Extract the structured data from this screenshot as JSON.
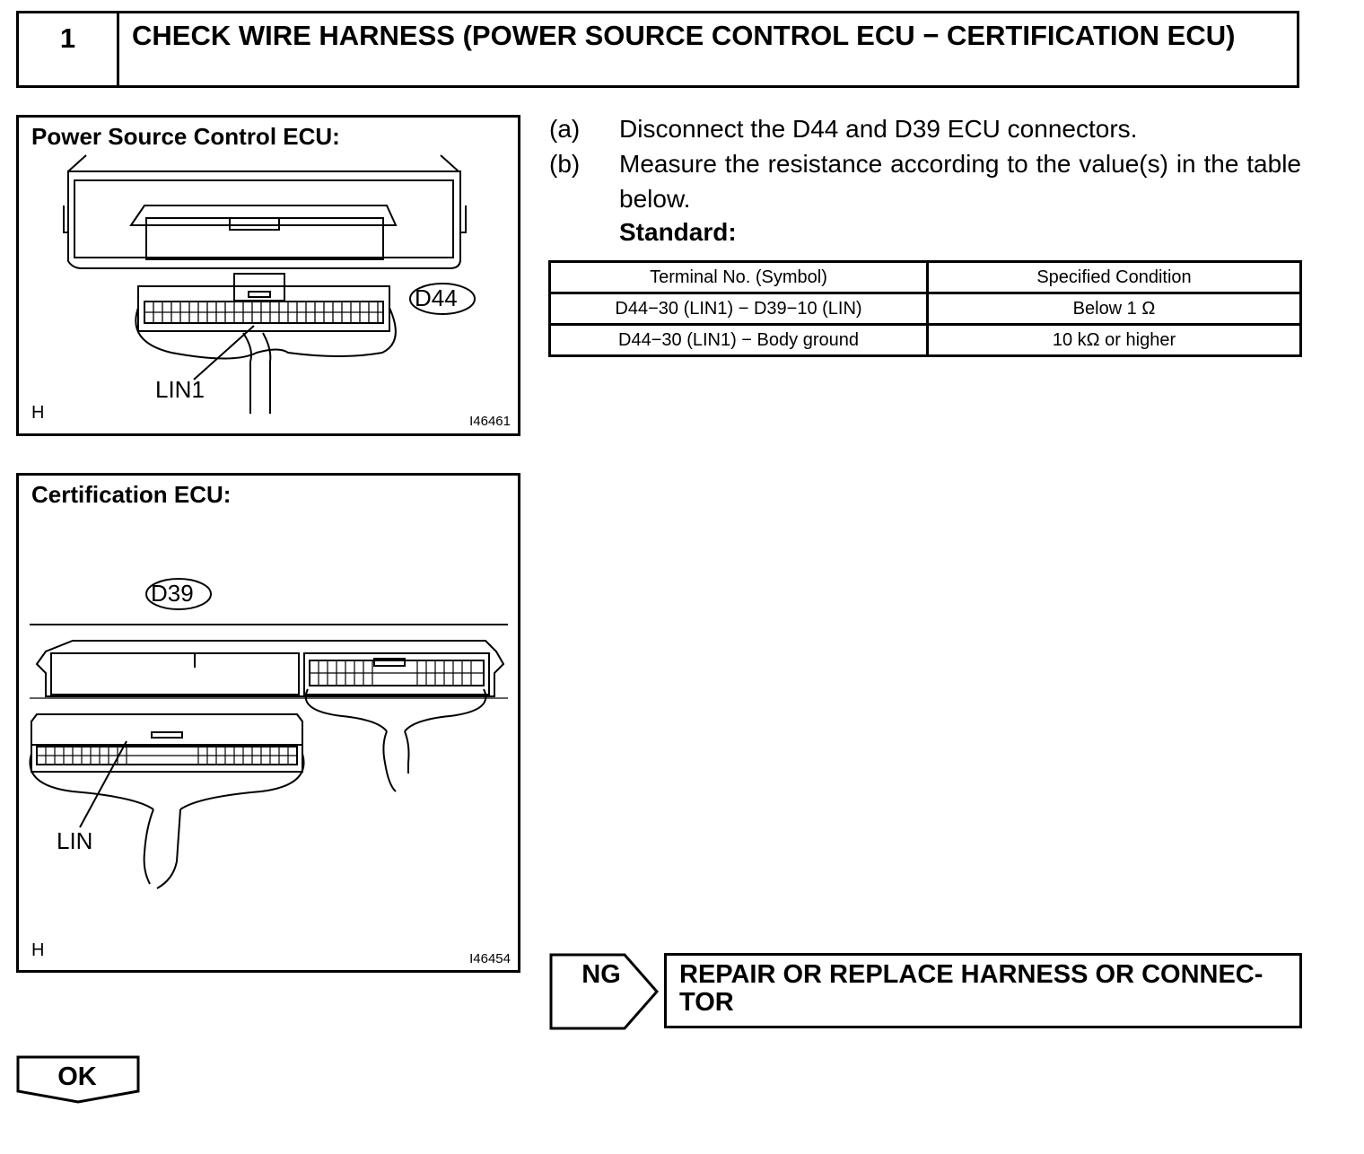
{
  "header": {
    "step_number": "1",
    "title": "CHECK WIRE HARNESS (POWER SOURCE CONTROL ECU − CERTIFICATION ECU)"
  },
  "figure1": {
    "title": "Power Source Control ECU:",
    "connector": "D44",
    "terminal_label": "LIN1",
    "corner": "H",
    "image_id": "I46461"
  },
  "figure2": {
    "title": "Certification ECU:",
    "connector": "D39",
    "terminal_label": "LIN",
    "corner": "H",
    "image_id": "I46454"
  },
  "steps": [
    {
      "label": "(a)",
      "text": "Disconnect the D44 and D39 ECU connectors."
    },
    {
      "label": "(b)",
      "text": "Measure the resistance according to the value(s) in the table below."
    }
  ],
  "standard_label": "Standard:",
  "table": {
    "headers": [
      "Terminal No. (Symbol)",
      "Specified Condition"
    ],
    "rows": [
      [
        "D44−30 (LIN1) − D39−10 (LIN)",
        "Below 1 Ω"
      ],
      [
        "D44−30 (LIN1) − Body ground",
        "10 kΩ or higher"
      ]
    ]
  },
  "ng": {
    "label": "NG",
    "action": "REPAIR OR REPLACE HARNESS OR CONNEC- TOR"
  },
  "ok": {
    "label": "OK"
  }
}
